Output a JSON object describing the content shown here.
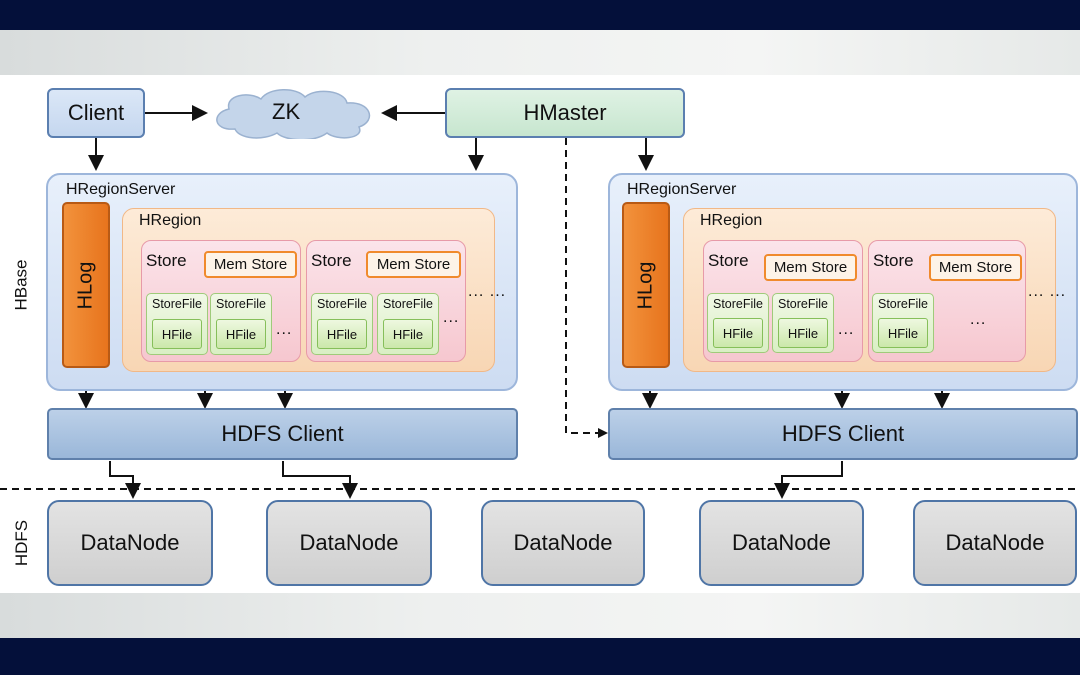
{
  "labels": {
    "client": "Client",
    "zk": "ZK",
    "hmaster": "HMaster",
    "hregionserver": "HRegionServer",
    "hregion": "HRegion",
    "store": "Store",
    "memstore": "Mem Store",
    "storefile": "StoreFile",
    "hfile": "HFile",
    "hlog": "HLog",
    "hdfs_client": "HDFS Client",
    "datanode": "DataNode",
    "hbase_layer": "HBase",
    "hdfs_layer": "HDFS",
    "ellipsis": "...",
    "ellipsis_long": "... ..."
  }
}
